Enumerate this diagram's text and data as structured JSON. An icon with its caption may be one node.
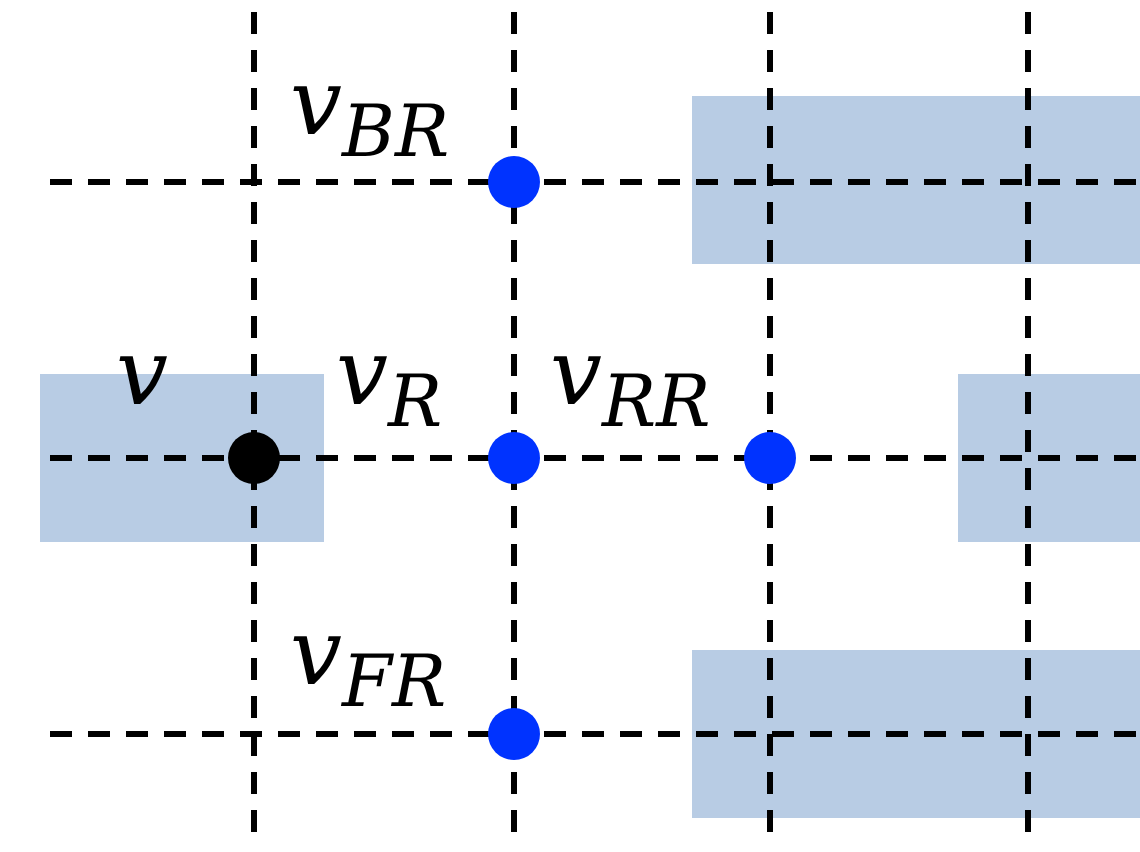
{
  "diagram": {
    "nodes": [
      {
        "text": [],
        "shape": "circle",
        "beside": [
          "v$_{BR}$"
        ]
      },
      {
        "text": [],
        "shape": "box"
      },
      {
        "text": [],
        "shape": "box"
      },
      {
        "text": [],
        "shape": "circle",
        "beside": [
          "v"
        ],
        "in": 2
      },
      {
        "text": [],
        "shape": "circle",
        "beside": [
          "v$_{R}$"
        ]
      },
      {
        "text": [],
        "shape": "circle",
        "beside": [
          "v$_{RR}$"
        ]
      },
      {
        "text": [],
        "shape": "box"
      },
      {
        "text": [],
        "shape": "circle",
        "beside": [
          "v$_{FR}$"
        ]
      },
      {
        "text": [],
        "shape": "box"
      }
    ]
  }
}
